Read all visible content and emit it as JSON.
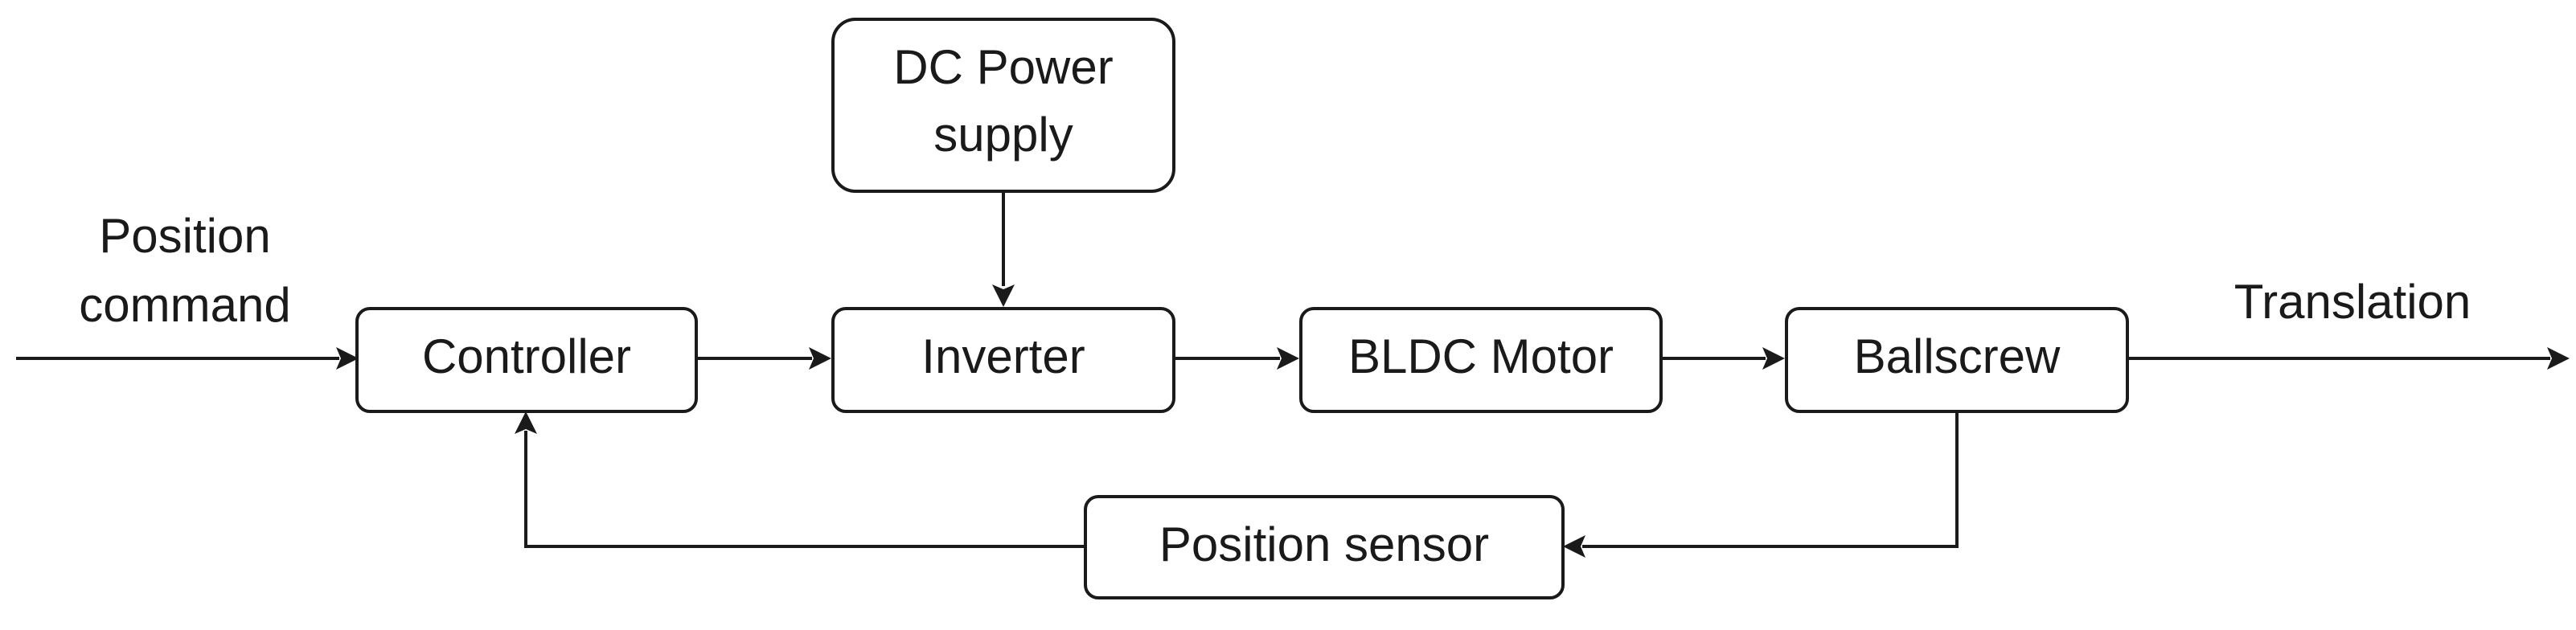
{
  "blocks": {
    "dc_power_supply": {
      "line1": "DC Power",
      "line2": "supply"
    },
    "controller": "Controller",
    "inverter": "Inverter",
    "bldc_motor": "BLDC Motor",
    "ballscrew": "Ballscrew",
    "position_sensor": "Position sensor"
  },
  "signals": {
    "input": {
      "line1": "Position",
      "line2": "command"
    },
    "output": "Translation"
  },
  "colors": {
    "stroke": "#1a1a1a",
    "background": "#ffffff"
  }
}
